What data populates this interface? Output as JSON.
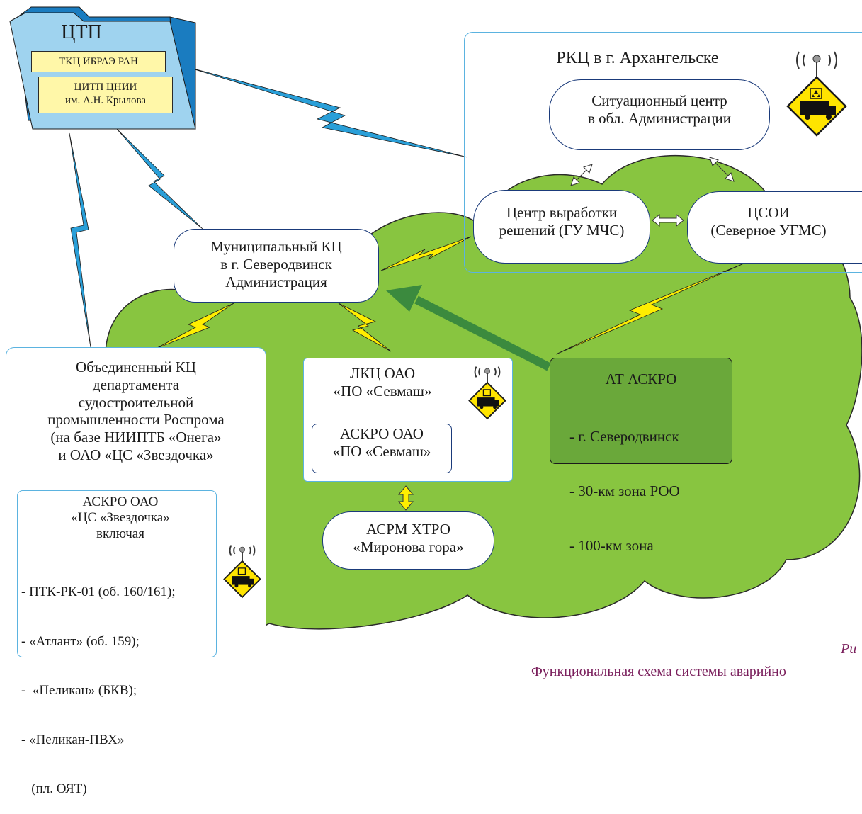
{
  "ctp": {
    "title": "ЦТП",
    "box1": "ТКЦ ИБРАЭ РАН",
    "box2_line1": "ЦИТП ЦНИИ",
    "box2_line2": "им. А.Н. Крылова"
  },
  "rkc": {
    "title": "РКЦ в г. Архангельске",
    "situational_line1": "Ситуационный центр",
    "situational_line2": "в обл. Администрации",
    "decision_line1": "Центр выработки",
    "decision_line2": "решений (ГУ МЧС)",
    "csoi_line1": "ЦСОИ",
    "csoi_line2": "(Северное УГМС)"
  },
  "municipal": {
    "line1": "Муниципальный КЦ",
    "line2": "в г. Северодвинск",
    "line3": "Администрация"
  },
  "joint": {
    "line1": "Объединенный КЦ",
    "line2": "департамента",
    "line3": "судостроительной",
    "line4": "промышленности Роспрома",
    "line5": "(на базе НИИПТБ «Онега»",
    "line6": "и ОАО «ЦС «Звездочка»"
  },
  "askro_zv": {
    "line1": "АСКРО ОАО",
    "line2": "«ЦС «Звездочка»",
    "line3": "включая",
    "items": [
      "- ПТК-РК-01 (об. 160/161);",
      "- «Атлант» (об. 159);",
      "-  «Пеликан» (БКВ);",
      "- «Пеликан-ПВХ»",
      "   (пл. ОЯТ)"
    ]
  },
  "lkc": {
    "line1": "ЛКЦ ОАО",
    "line2": "«ПО «Севмаш»",
    "inner_line1": "АСКРО ОАО",
    "inner_line2": "«ПО «Севмаш»"
  },
  "asrm": {
    "line1": "АСРМ ХТРО",
    "line2": "«Миронова гора»"
  },
  "at": {
    "title": "АТ АСКРО",
    "items": [
      "- г. Северодвинск",
      "- 30-км зона РОО",
      "- 100-км зона"
    ]
  },
  "caption": {
    "fig": "Ри",
    "text": "Функциональная схема системы аварийно"
  },
  "colors": {
    "cloud": "#88c540",
    "lightning_blue": "#2a9fd8",
    "lightning_yellow": "#ffee00",
    "green_arrow": "#3b8a3e",
    "folder": "#9fd3ef",
    "folder_dark": "#1a7cc0",
    "box_border": "#5bb3e0"
  }
}
